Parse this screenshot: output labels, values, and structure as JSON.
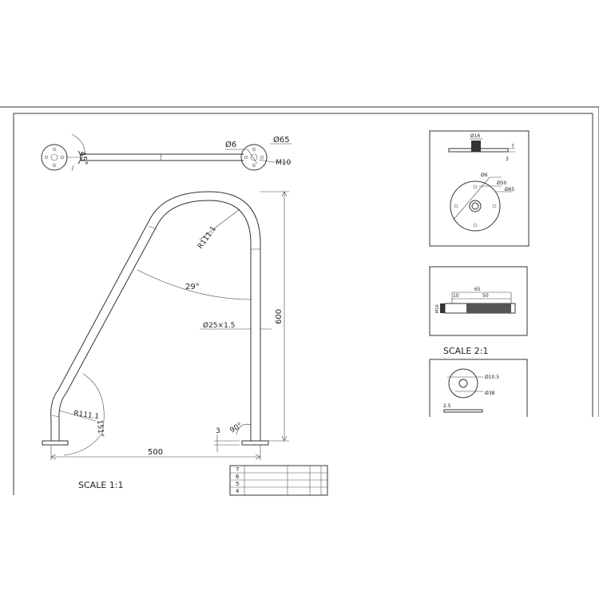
{
  "top_view": {
    "angle": "45°",
    "hole": "Ø6",
    "flange": "Ø65",
    "bolt": "M10"
  },
  "front_view": {
    "radius_top": "R111.1",
    "angle_mid": "29°",
    "tube": "Ø25×1.5",
    "height": "600",
    "radius_bottom": "R111.1",
    "angle_bottom": "151°",
    "width": "500",
    "base_thickness": "3",
    "angle_foot": "90°"
  },
  "scale_main": "SCALE  1:1",
  "detail_flange": {
    "top_dim": "Ø16",
    "side_dim": "7",
    "thick": "3",
    "hole": "Ø6",
    "pcd": "Ø50",
    "outer": "Ø65"
  },
  "detail_bolt": {
    "total": "65",
    "thread": "50",
    "head": "10",
    "dia": "M10"
  },
  "scale_detail": "SCALE  2:1",
  "detail_washer": {
    "inner": "Ø10.5",
    "outer": "Ø38",
    "thick": "2.5"
  },
  "table_rows": [
    "7",
    "6",
    "5",
    "4"
  ]
}
